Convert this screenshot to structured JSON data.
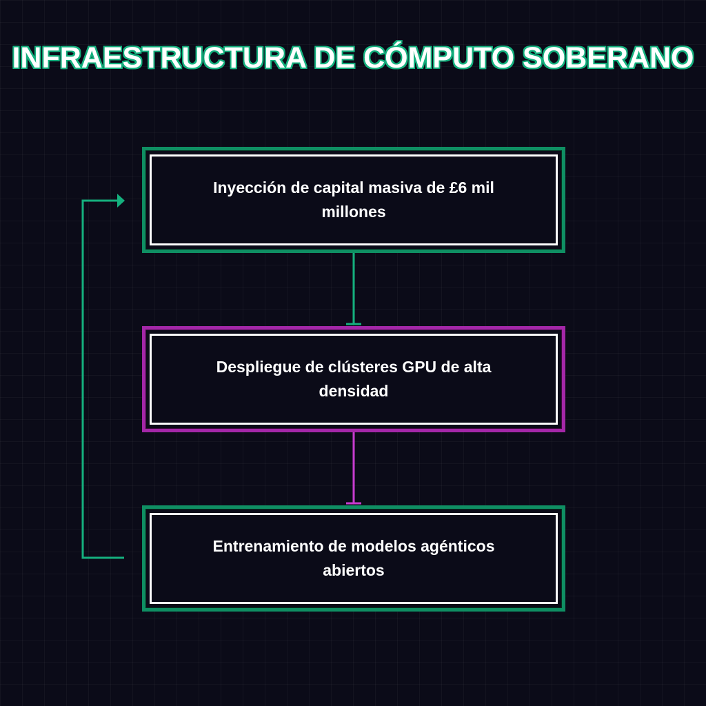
{
  "title": "INFRAESTRUCTURA DE CÓMPUTO SOBERANO",
  "colors": {
    "background": "#0b0b18",
    "accent_green": "#15b07e",
    "accent_magenta": "#c73ccf",
    "box_border": "#ffffff"
  },
  "nodes": [
    {
      "label": "Inyección de capital masiva de £6 mil millones",
      "accent": "green"
    },
    {
      "label": "Despliegue de clústeres GPU de alta densidad",
      "accent": "magenta"
    },
    {
      "label": "Entrenamiento de modelos agénticos abiertos",
      "accent": "green"
    }
  ],
  "edges": [
    {
      "from": 0,
      "to": 1,
      "color": "green"
    },
    {
      "from": 1,
      "to": 2,
      "color": "magenta"
    },
    {
      "from": 2,
      "to": 0,
      "color": "green",
      "type": "feedback-loop"
    }
  ]
}
